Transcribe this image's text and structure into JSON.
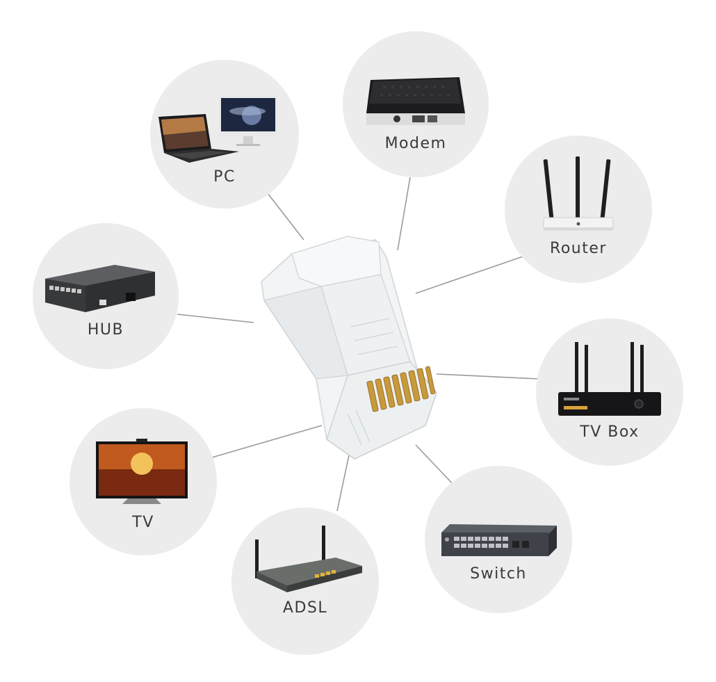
{
  "devices": {
    "pc": "PC",
    "modem": "Modem",
    "router": "Router",
    "hub": "HUB",
    "tvbox": "TV Box",
    "tv": "TV",
    "adsl": "ADSL",
    "switch": "Switch"
  }
}
